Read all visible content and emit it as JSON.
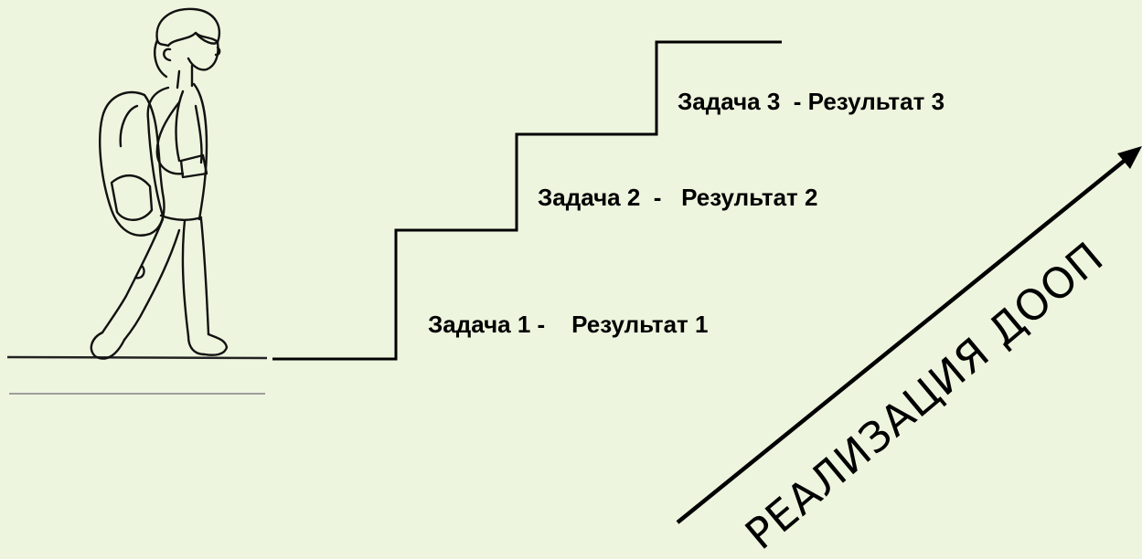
{
  "steps": [
    {
      "task": "Задача 1 -",
      "result": "Результат 1"
    },
    {
      "task": "Задача 2  -",
      "result": "Результат 2"
    },
    {
      "task": "Задача 3  -",
      "result": "Результат 3"
    }
  ],
  "arrow": {
    "caption": "РЕАЛИЗАЦИЯ ДООП"
  },
  "figure": {
    "icon": "student-with-backpack-icon"
  },
  "colors": {
    "background": "#eef5de",
    "ink": "#000000",
    "ground_line": "#9e9e9e"
  }
}
